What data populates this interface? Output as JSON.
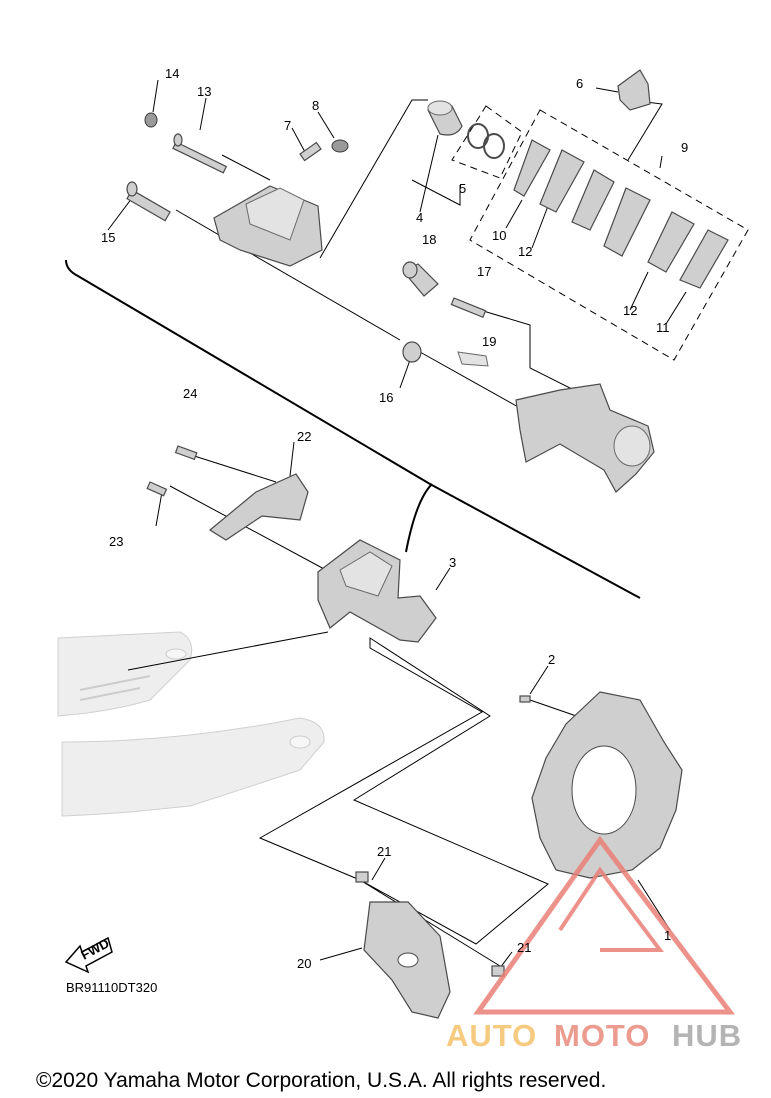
{
  "diagram": {
    "callouts": {
      "c1": "1",
      "c2": "2",
      "c3": "3",
      "c4": "4",
      "c5": "5",
      "c6": "6",
      "c7": "7",
      "c8": "8",
      "c9": "9",
      "c10": "10",
      "c11": "11",
      "c12a": "12",
      "c12b": "12",
      "c13": "13",
      "c14": "14",
      "c15": "15",
      "c16": "16",
      "c17": "17",
      "c18": "18",
      "c19": "19",
      "c20": "20",
      "c21a": "21",
      "c21b": "21",
      "c22": "22",
      "c23": "23",
      "c24": "24"
    },
    "fwd_label": "FWD",
    "drawing_code": "BR91110DT320",
    "copyright": "©2020 Yamaha Motor Corporation, U.S.A. All rights reserved.",
    "watermark": {
      "text_auto": "AUTO",
      "text_moto": "MOTO",
      "text_hub": "HUB",
      "colors": {
        "auto": "#f5c26b",
        "moto": "#e98a7c",
        "hub": "#a8a8a8",
        "logo": "#ea8077"
      }
    }
  }
}
